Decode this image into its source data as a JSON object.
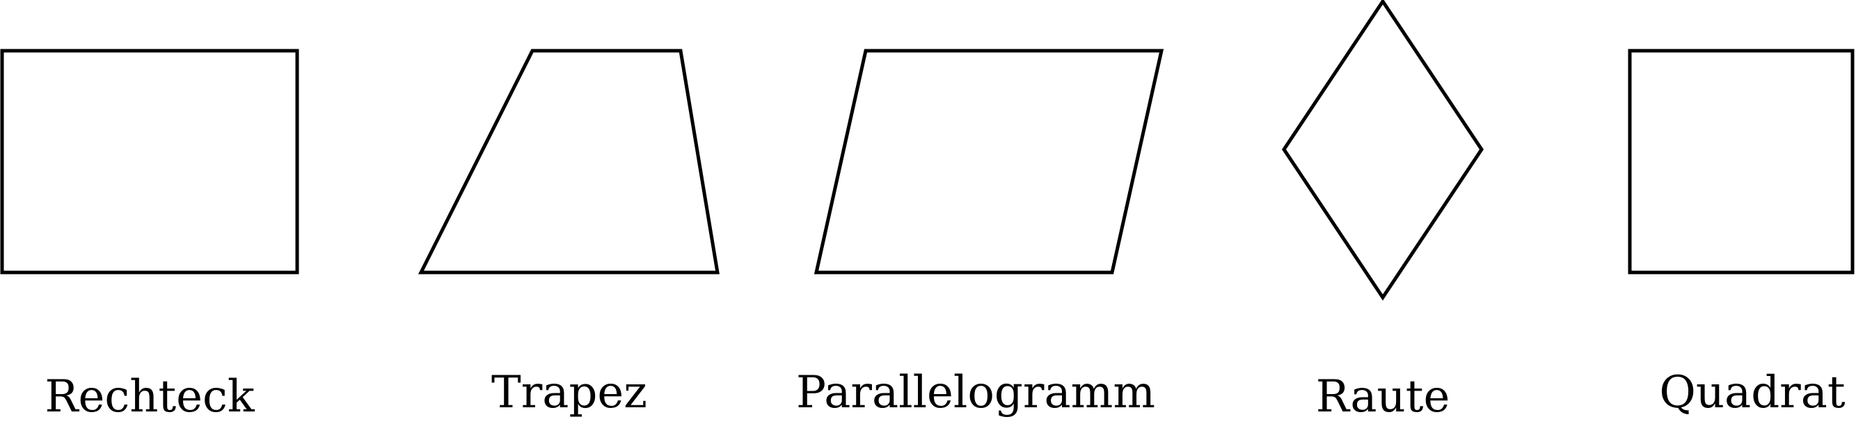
{
  "figure": {
    "shapes": [
      {
        "label": "Rechteck"
      },
      {
        "label": "Trapez"
      },
      {
        "label": "Parallelogramm"
      },
      {
        "label": "Raute"
      },
      {
        "label": "Quadrat"
      }
    ],
    "stroke_color": "#000000",
    "background_color": "#ffffff"
  }
}
